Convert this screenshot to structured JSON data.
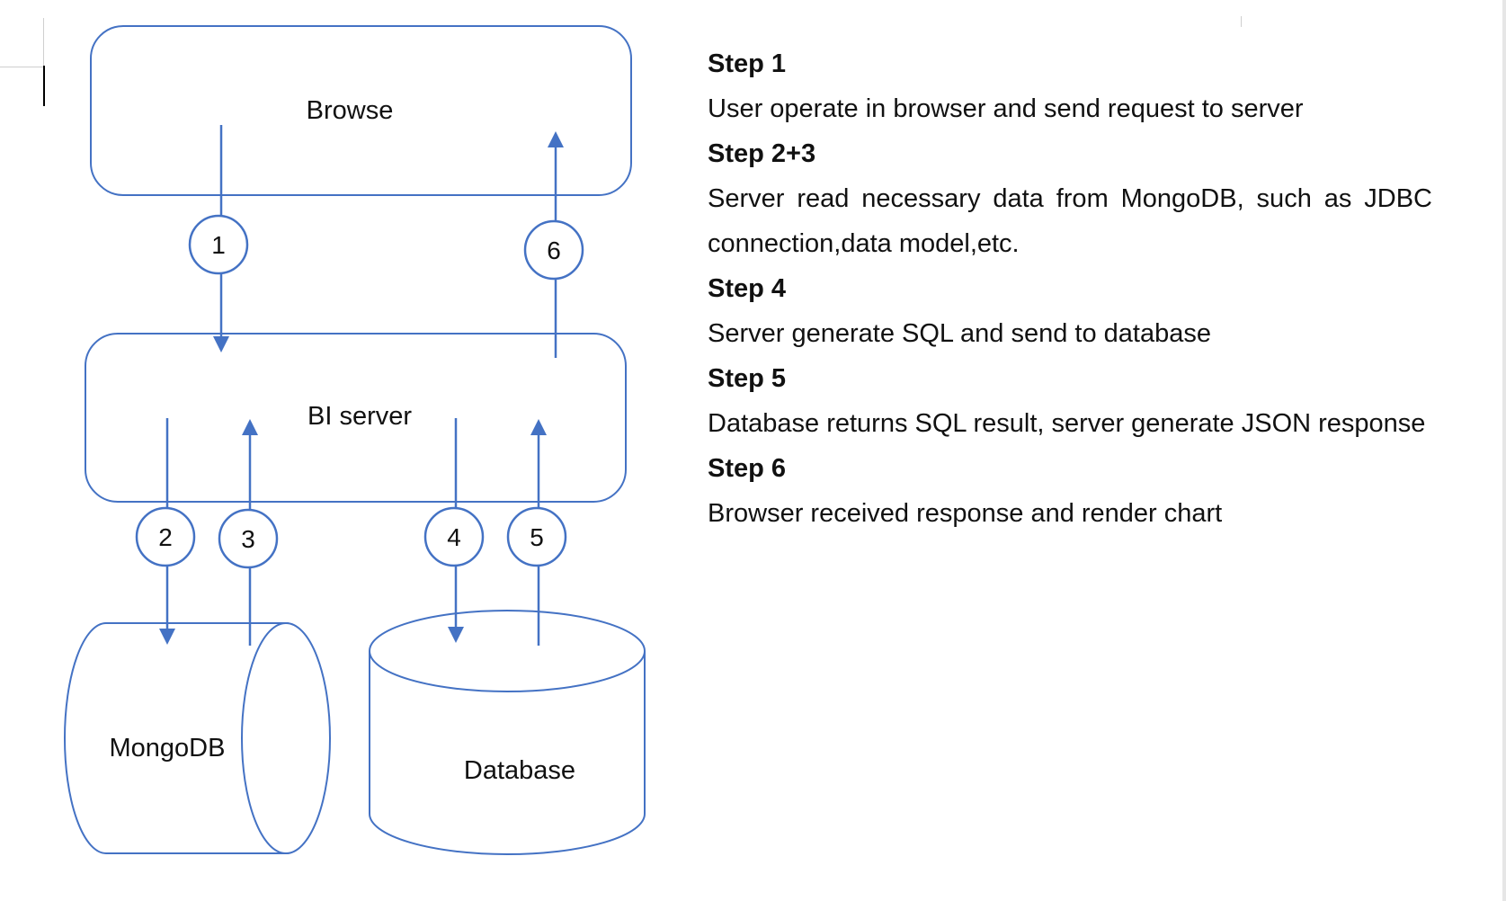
{
  "diagram": {
    "nodes": {
      "browse": "Browse",
      "bi_server": "BI server",
      "mongodb": "MongoDB",
      "database": "Database"
    },
    "step_numbers": [
      "1",
      "2",
      "3",
      "4",
      "5",
      "6"
    ]
  },
  "steps": [
    {
      "title": "Step 1",
      "desc": "User operate in browser and send request to server"
    },
    {
      "title": "Step 2+3",
      "desc": "Server read necessary data from MongoDB, such as JDBC connection,data model,etc."
    },
    {
      "title": "Step 4",
      "desc": "Server generate SQL and send to database"
    },
    {
      "title": "Step 5",
      "desc": "Database returns SQL result, server generate JSON response"
    },
    {
      "title": "Step 6",
      "desc": "Browser received response and render chart"
    }
  ],
  "colors": {
    "accent": "#4472c4",
    "text": "#111111"
  }
}
